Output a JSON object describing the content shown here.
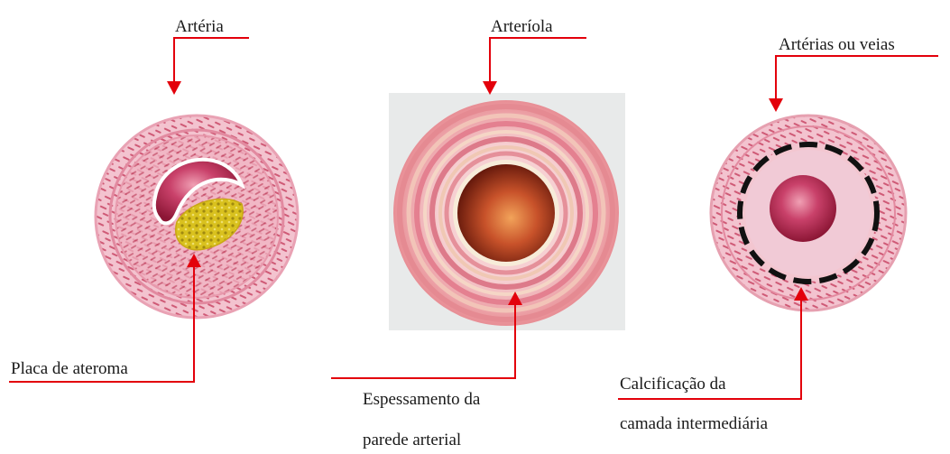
{
  "labels": {
    "arteria": "Artéria",
    "arteriola": "Arteríola",
    "arterias_ou_veias": "Artérias ou veias",
    "placa_de_ateroma": "Placa de ateroma",
    "espessamento_line1": "Espessamento da",
    "espessamento_line2": "parede arterial",
    "calcificacao_line1": "Calcificação da",
    "calcificacao_line2": "camada intermediária"
  },
  "colors": {
    "leader_line": "#e3000b",
    "vessel_outer": "#f2bcc8",
    "vessel_ring": "#e893a8",
    "vessel_dash": "#c8506b",
    "lumen": "#a8233f",
    "plaque": "#d8c020",
    "calcification": "#111111"
  }
}
